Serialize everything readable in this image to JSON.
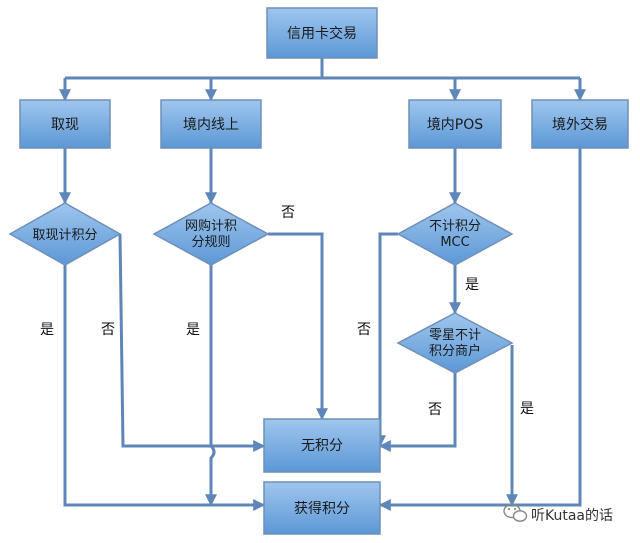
{
  "boxes": {
    "credit_card_txn": "信用卡交易",
    "cash_withdrawal": "取现",
    "domestic_online": "境内线上",
    "domestic_pos": "境内POS",
    "overseas_txn": "境外交易",
    "no_points": "无积分",
    "earn_points": "获得积分"
  },
  "decisions": {
    "cash_points": [
      "取现计积分"
    ],
    "online_rule": [
      "网购计积",
      "分规则"
    ],
    "no_points_mcc": [
      "不计积分",
      "MCC"
    ],
    "scattered_merchant": [
      "零星不计",
      "积分商户"
    ]
  },
  "labels": {
    "yes": "是",
    "no": "否"
  },
  "watermark": {
    "text": "听Kutaa的话",
    "icon": "wechat-icon"
  },
  "colors": {
    "box_fill": "#5c98d6",
    "box_stroke": "#6f8fb8",
    "connector": "#5f86b8"
  }
}
